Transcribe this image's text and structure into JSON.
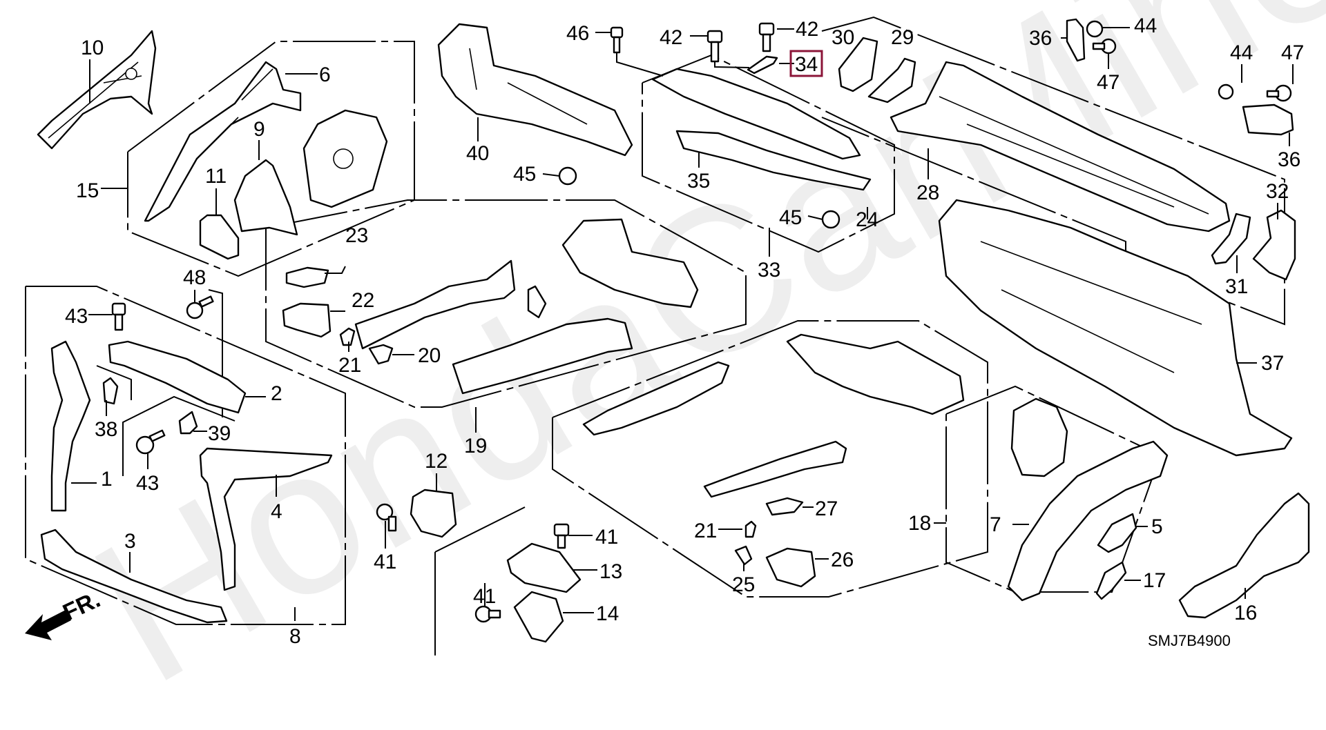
{
  "diagram": {
    "title": "Front bulkhead / dashboard / front wheelhouse body parts",
    "watermark": "HondaCarMine.ru",
    "diagram_code": "SMJ7B4900",
    "direction_indicator": "FR.",
    "highlighted_part": "34",
    "highlight_color": "#8b1538",
    "callouts": [
      {
        "id": "c10",
        "label": "10"
      },
      {
        "id": "c6",
        "label": "6"
      },
      {
        "id": "c9",
        "label": "9"
      },
      {
        "id": "c11",
        "label": "11"
      },
      {
        "id": "c15",
        "label": "15"
      },
      {
        "id": "c40",
        "label": "40"
      },
      {
        "id": "c46",
        "label": "46"
      },
      {
        "id": "c42a",
        "label": "42"
      },
      {
        "id": "c42b",
        "label": "42"
      },
      {
        "id": "c34",
        "label": "34"
      },
      {
        "id": "c35",
        "label": "35"
      },
      {
        "id": "c45a",
        "label": "45"
      },
      {
        "id": "c45b",
        "label": "45"
      },
      {
        "id": "c33",
        "label": "33"
      },
      {
        "id": "c30",
        "label": "30"
      },
      {
        "id": "c29",
        "label": "29"
      },
      {
        "id": "c36a",
        "label": "36"
      },
      {
        "id": "c44a",
        "label": "44"
      },
      {
        "id": "c47a",
        "label": "47"
      },
      {
        "id": "c44b",
        "label": "44"
      },
      {
        "id": "c47b",
        "label": "47"
      },
      {
        "id": "c36b",
        "label": "36"
      },
      {
        "id": "c28",
        "label": "28"
      },
      {
        "id": "c32",
        "label": "32"
      },
      {
        "id": "c31",
        "label": "31"
      },
      {
        "id": "c37",
        "label": "37"
      },
      {
        "id": "c23",
        "label": "23"
      },
      {
        "id": "c22",
        "label": "22"
      },
      {
        "id": "c21a",
        "label": "21"
      },
      {
        "id": "c20",
        "label": "20"
      },
      {
        "id": "c19",
        "label": "19"
      },
      {
        "id": "c48",
        "label": "48"
      },
      {
        "id": "c43a",
        "label": "43"
      },
      {
        "id": "c2",
        "label": "2"
      },
      {
        "id": "c38",
        "label": "38"
      },
      {
        "id": "c39",
        "label": "39"
      },
      {
        "id": "c43b",
        "label": "43"
      },
      {
        "id": "c1",
        "label": "1"
      },
      {
        "id": "c4",
        "label": "4"
      },
      {
        "id": "c3",
        "label": "3"
      },
      {
        "id": "c8",
        "label": "8"
      },
      {
        "id": "c24",
        "label": "24"
      },
      {
        "id": "c12",
        "label": "12"
      },
      {
        "id": "c41a",
        "label": "41"
      },
      {
        "id": "c41b",
        "label": "41"
      },
      {
        "id": "c13",
        "label": "13"
      },
      {
        "id": "c41c",
        "label": "41"
      },
      {
        "id": "c14",
        "label": "14"
      },
      {
        "id": "c27",
        "label": "27"
      },
      {
        "id": "c21b",
        "label": "21"
      },
      {
        "id": "c26",
        "label": "26"
      },
      {
        "id": "c25",
        "label": "25"
      },
      {
        "id": "c18",
        "label": "18"
      },
      {
        "id": "c7",
        "label": "7"
      },
      {
        "id": "c5",
        "label": "5"
      },
      {
        "id": "c17",
        "label": "17"
      },
      {
        "id": "c16",
        "label": "16"
      }
    ]
  }
}
